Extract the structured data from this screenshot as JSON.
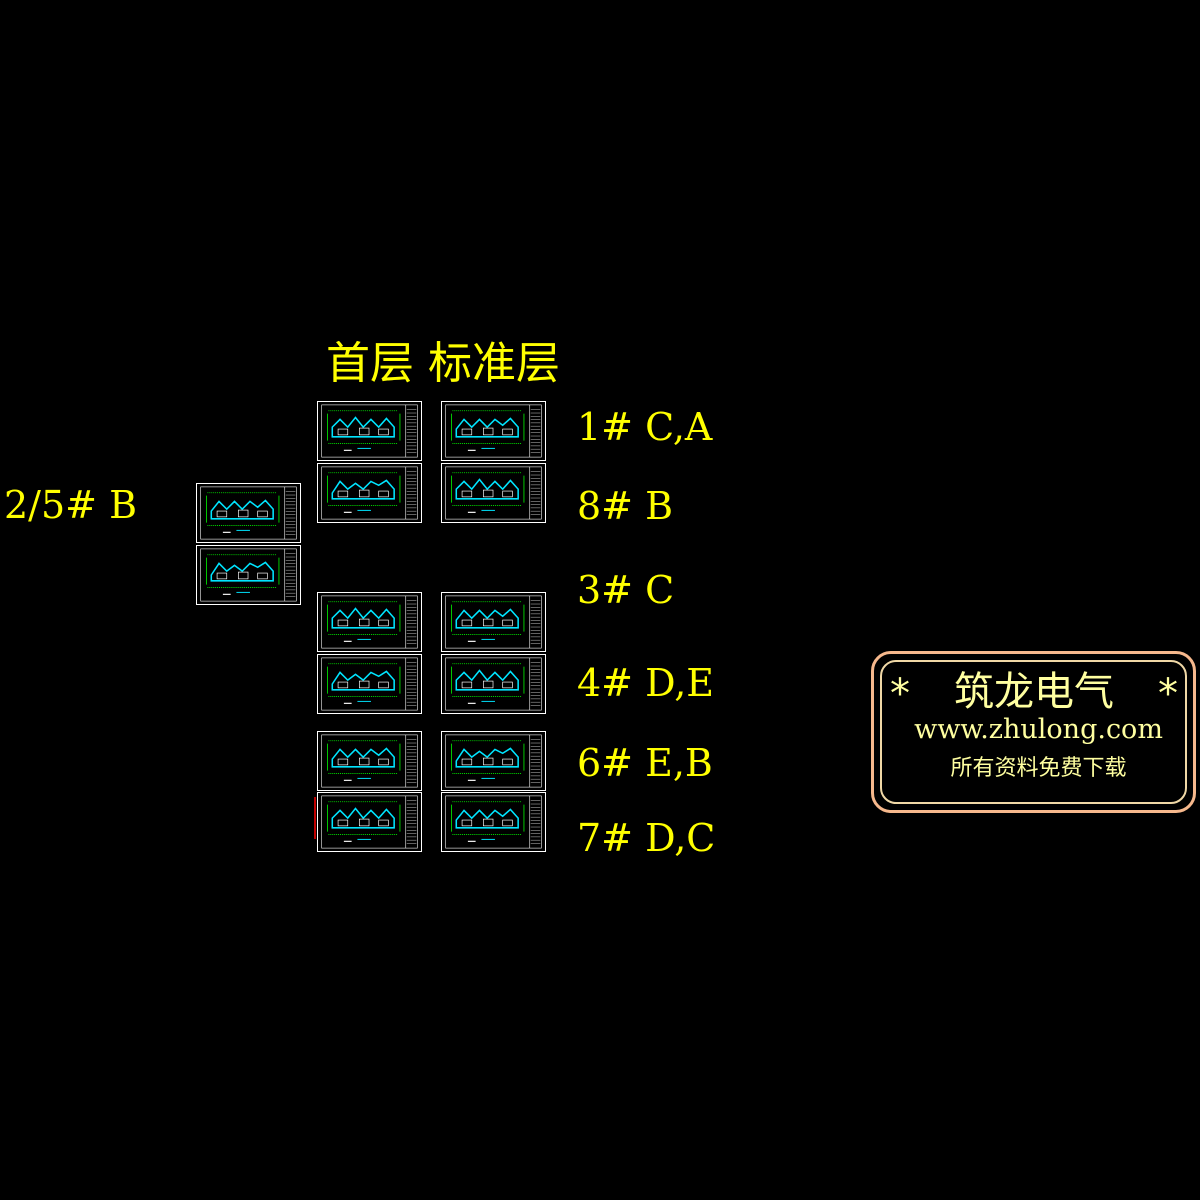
{
  "header": {
    "title": "首层  标准层"
  },
  "building_labels": [
    {
      "id": "b1",
      "text": "1# C,A"
    },
    {
      "id": "b8",
      "text": "8# B"
    },
    {
      "id": "b3",
      "text": "3# C"
    },
    {
      "id": "b4",
      "text": "4# D,E"
    },
    {
      "id": "b6",
      "text": "6# E,B"
    },
    {
      "id": "b7",
      "text": "7# D,C"
    },
    {
      "id": "b25",
      "text": "2/5# B"
    }
  ],
  "stamp": {
    "star_left": "*",
    "title": "筑龙电气",
    "star_right": "*",
    "url": "www.zhulong.com",
    "note": "所有资料免费下载"
  },
  "colors": {
    "background": "#000000",
    "label": "#ffff00",
    "sheet_border": "#ffffff",
    "plan_cyan": "#00e5ff",
    "plan_green": "#00ff00",
    "stamp_border": "#f6b88c",
    "stamp_text": "#ffffa0"
  }
}
